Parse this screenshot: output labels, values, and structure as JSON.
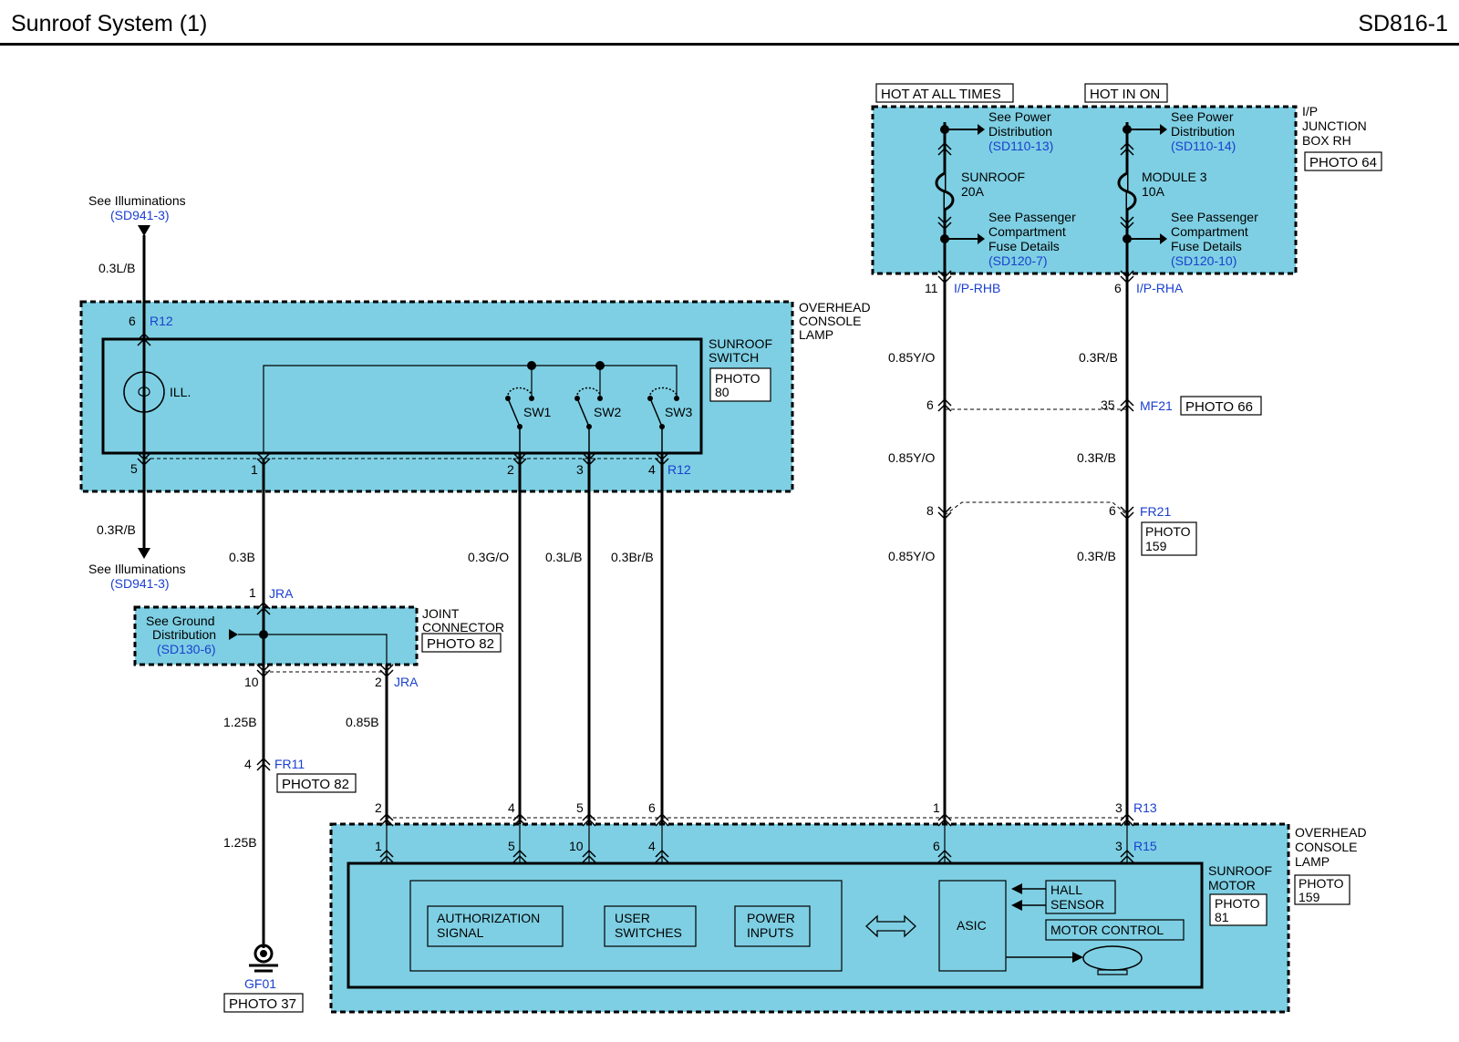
{
  "header": {
    "title": "Sunroof System (1)",
    "code": "SD816-1"
  },
  "colors": {
    "box_fill": "#7ecfe3",
    "link": "#1a3fd0",
    "wire": "#000000"
  },
  "illum": {
    "top_label": "See Illuminations",
    "top_ref": "(SD941-3)",
    "bottom_label": "See Illuminations",
    "bottom_ref": "(SD941-3)",
    "wire_top": "0.3L/B",
    "wire_bottom": "0.3R/B"
  },
  "console": {
    "label": [
      "OVERHEAD",
      "CONSOLE",
      "LAMP"
    ],
    "pin_top": "6",
    "conn_top": "R12",
    "pin5": "5",
    "pin1": "1",
    "pin2": "2",
    "pin3": "3",
    "pin4": "4",
    "conn_bottom": "R12"
  },
  "switch": {
    "label": [
      "SUNROOF",
      "SWITCH"
    ],
    "photo": [
      "PHOTO",
      "80"
    ],
    "ill": "ILL.",
    "sw1": "SW1",
    "sw2": "SW2",
    "sw3": "SW3"
  },
  "wires": {
    "w03b": "0.3B",
    "w03go": "0.3G/O",
    "w03lb": "0.3L/B",
    "w03brb": "0.3Br/B",
    "w125b_a": "1.25B",
    "w125b_b": "1.25B",
    "w085b": "0.85B",
    "w085yo_a": "0.85Y/O",
    "w085yo_b": "0.85Y/O",
    "w085yo_c": "0.85Y/O",
    "w03rb_a": "0.3R/B",
    "w03rb_b": "0.3R/B",
    "w03rb_c": "0.3R/B"
  },
  "joint": {
    "pin_top": "1",
    "conn_top": "JRA",
    "label": [
      "JOINT",
      "CONNECTOR"
    ],
    "photo": "PHOTO 82",
    "gd": [
      "See Ground",
      "Distribution"
    ],
    "gd_ref": "(SD130-6)",
    "pin10": "10",
    "pin2": "2",
    "conn_bottom": "JRA"
  },
  "fr11": {
    "pin": "4",
    "conn": "FR11",
    "photo": "PHOTO 82"
  },
  "ground": {
    "name": "GF01",
    "photo": "PHOTO 37"
  },
  "junction": {
    "hot1": "HOT AT ALL TIMES",
    "hot2": "HOT IN ON",
    "label": [
      "I/P",
      "JUNCTION",
      "BOX RH"
    ],
    "photo": "PHOTO 64",
    "pd1": [
      "See Power",
      "Distribution"
    ],
    "pd1_ref": "(SD110-13)",
    "pd2": [
      "See Power",
      "Distribution"
    ],
    "pd2_ref": "(SD110-14)",
    "fuse1": [
      "SUNROOF",
      "20A"
    ],
    "fuse2": [
      "MODULE 3",
      "10A"
    ],
    "pc1": [
      "See Passenger",
      "Compartment",
      "Fuse Details"
    ],
    "pc1_ref": "(SD120-7)",
    "pc2": [
      "See Passenger",
      "Compartment",
      "Fuse Details"
    ],
    "pc2_ref": "(SD120-10)",
    "pin11": "11",
    "conn_rhb": "I/P-RHB",
    "pin6": "6",
    "conn_rha": "I/P-RHA"
  },
  "mf21": {
    "pin_l": "6",
    "pin_r": "35",
    "conn": "MF21",
    "photo": "PHOTO 66"
  },
  "fr21": {
    "pin_l": "8",
    "pin_r": "6",
    "conn": "FR21",
    "photo": [
      "PHOTO",
      "159"
    ]
  },
  "motor": {
    "label": [
      "OVERHEAD",
      "CONSOLE",
      "LAMP"
    ],
    "photo": [
      "PHOTO",
      "159"
    ],
    "motor_label": [
      "SUNROOF",
      "MOTOR"
    ],
    "motor_photo": [
      "PHOTO",
      "81"
    ],
    "r13_pins": [
      "2",
      "4",
      "5",
      "6",
      "1",
      "3"
    ],
    "conn_r13": "R13",
    "r15_pins": [
      "1",
      "5",
      "10",
      "4",
      "6",
      "3"
    ],
    "conn_r15": "R15",
    "auth": [
      "AUTHORIZATION",
      "SIGNAL"
    ],
    "user": [
      "USER",
      "SWITCHES"
    ],
    "power": [
      "POWER",
      "INPUTS"
    ],
    "asic": "ASIC",
    "hall": [
      "HALL",
      "SENSOR"
    ],
    "motor_control": "MOTOR CONTROL"
  }
}
